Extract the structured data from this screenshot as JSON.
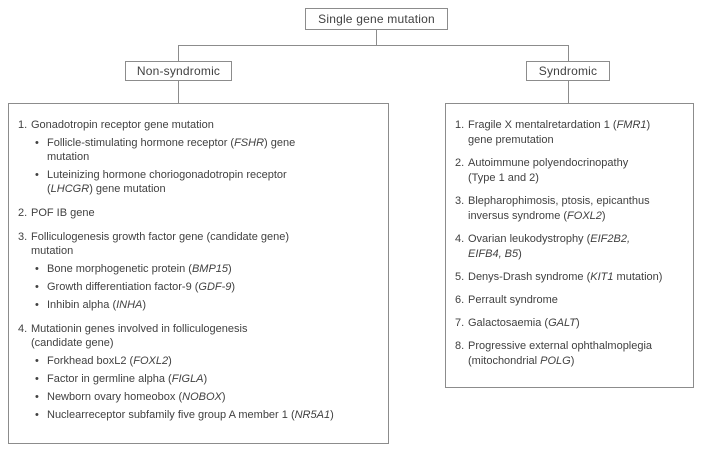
{
  "diagram": {
    "root_label": "Single gene mutation",
    "left_branch_label": "Non-syndromic",
    "right_branch_label": "Syndromic",
    "line_color": "#8c8c8c",
    "text_color": "#414141"
  },
  "non_syndromic": {
    "items": [
      {
        "number": "1.",
        "text": [
          {
            "t": "Gonadotropin receptor gene mutation"
          }
        ],
        "bullets": [
          [
            {
              "t": "Follicle-stimulating hormone receptor ("
            },
            {
              "t": "FSHR",
              "i": true
            },
            {
              "t": ") gene"
            },
            {
              "br": true
            },
            {
              "t": "mutation"
            }
          ],
          [
            {
              "t": "Luteinizing hormone choriogonadotropin receptor"
            },
            {
              "br": true
            },
            {
              "t": "("
            },
            {
              "t": "LHCGR",
              "i": true
            },
            {
              "t": ") gene mutation"
            }
          ]
        ]
      },
      {
        "number": "2.",
        "text": [
          {
            "t": "POF IB gene"
          }
        ],
        "bullets": []
      },
      {
        "number": "3.",
        "text": [
          {
            "t": "Folliculogenesis growth factor gene (candidate gene)"
          },
          {
            "br": true
          },
          {
            "t": "mutation"
          }
        ],
        "bullets": [
          [
            {
              "t": "Bone morphogenetic protein ("
            },
            {
              "t": "BMP15",
              "i": true
            },
            {
              "t": ")"
            }
          ],
          [
            {
              "t": "Growth differentiation factor-9 ("
            },
            {
              "t": "GDF-9",
              "i": true
            },
            {
              "t": ")"
            }
          ],
          [
            {
              "t": "Inhibin alpha ("
            },
            {
              "t": "INHA",
              "i": true
            },
            {
              "t": ")"
            }
          ]
        ]
      },
      {
        "number": "4.",
        "text": [
          {
            "t": "Mutationin genes involved in folliculogenesis"
          },
          {
            "br": true
          },
          {
            "t": "(candidate gene)"
          }
        ],
        "bullets": [
          [
            {
              "t": "Forkhead boxL2 ("
            },
            {
              "t": "FOXL2",
              "i": true
            },
            {
              "t": ")"
            }
          ],
          [
            {
              "t": "Factor in germline alpha ("
            },
            {
              "t": "FIGLA",
              "i": true
            },
            {
              "t": ")"
            }
          ],
          [
            {
              "t": "Newborn ovary homeobox ("
            },
            {
              "t": "NOBOX",
              "i": true
            },
            {
              "t": ")"
            }
          ],
          [
            {
              "t": "Nuclearreceptor subfamily five group A member 1 ("
            },
            {
              "t": "NR5A1",
              "i": true
            },
            {
              "t": ")"
            }
          ]
        ]
      }
    ]
  },
  "syndromic": {
    "items": [
      {
        "number": "1.",
        "text": [
          {
            "t": "Fragile X mentalretardation 1 ("
          },
          {
            "t": "FMR1",
            "i": true
          },
          {
            "t": ")"
          },
          {
            "br": true
          },
          {
            "t": "gene premutation"
          }
        ],
        "bullets": []
      },
      {
        "number": "2.",
        "text": [
          {
            "t": "Autoimmune polyendocrinopathy"
          },
          {
            "br": true
          },
          {
            "t": "(Type 1 and 2)"
          }
        ],
        "bullets": []
      },
      {
        "number": "3.",
        "text": [
          {
            "t": "Blepharophimosis, ptosis, epicanthus"
          },
          {
            "br": true
          },
          {
            "t": "inversus syndrome ("
          },
          {
            "t": "FOXL2",
            "i": true
          },
          {
            "t": ")"
          }
        ],
        "bullets": []
      },
      {
        "number": "4.",
        "text": [
          {
            "t": "Ovarian leukodystrophy ("
          },
          {
            "t": "EIF2B2,",
            "i": true
          },
          {
            "br": true
          },
          {
            "t": "EIFB4, B5",
            "i": true
          },
          {
            "t": ")"
          }
        ],
        "bullets": []
      },
      {
        "number": "5.",
        "text": [
          {
            "t": "Denys-Drash syndrome ("
          },
          {
            "t": "KIT1",
            "i": true
          },
          {
            "t": " mutation)"
          }
        ],
        "bullets": []
      },
      {
        "number": "6.",
        "text": [
          {
            "t": "Perrault syndrome"
          }
        ],
        "bullets": []
      },
      {
        "number": "7.",
        "text": [
          {
            "t": "Galactosaemia ("
          },
          {
            "t": "GALT",
            "i": true
          },
          {
            "t": ")"
          }
        ],
        "bullets": []
      },
      {
        "number": "8.",
        "text": [
          {
            "t": "Progressive external ophthalmoplegia"
          },
          {
            "br": true
          },
          {
            "t": "(mitochondrial "
          },
          {
            "t": "POLG",
            "i": true
          },
          {
            "t": ")"
          }
        ],
        "bullets": []
      }
    ]
  }
}
